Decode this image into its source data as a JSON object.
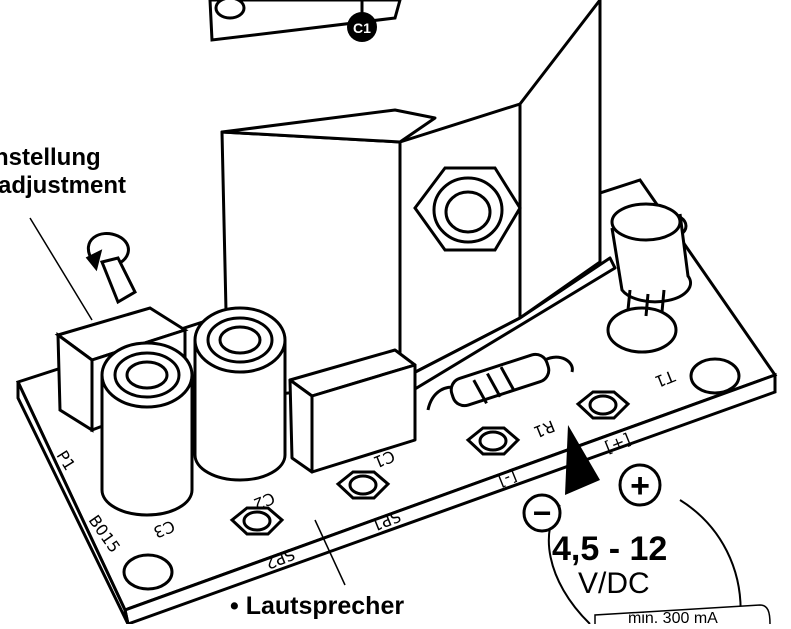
{
  "labels": {
    "adjust_de": "nstellung",
    "adjust_en": "adjustment",
    "speaker": "• Lautsprecher",
    "voltage": "4,5 - 12",
    "voltage_unit": "V/DC",
    "current": "min. 300 mA"
  },
  "markers": {
    "capacitor_callout": "C1",
    "minus": "−",
    "plus": "+"
  },
  "pcb": {
    "p1": "P1",
    "c1": "C1",
    "c2": "C2",
    "c3": "C3",
    "r1": "R1",
    "t1": "T1",
    "sp1": "SP1",
    "sp2": "SP2",
    "minus_pad": "[-]",
    "plus_pad": "[+]",
    "board_id": "B015"
  },
  "colors": {
    "ink": "#000000",
    "paper": "#ffffff"
  }
}
